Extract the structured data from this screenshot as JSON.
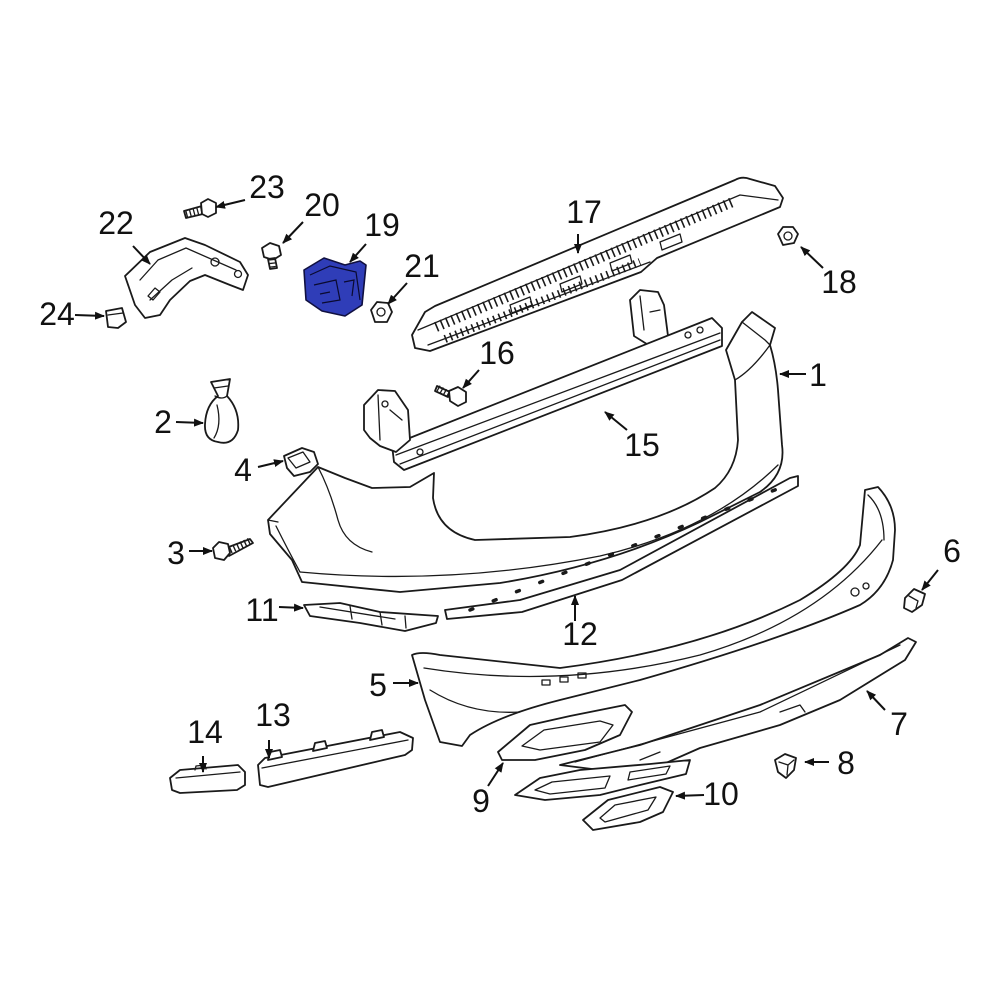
{
  "highlight_color": "#2f3db8",
  "callouts": [
    "1",
    "2",
    "3",
    "4",
    "5",
    "6",
    "7",
    "8",
    "9",
    "10",
    "11",
    "12",
    "13",
    "14",
    "15",
    "16",
    "17",
    "18",
    "19",
    "20",
    "21",
    "22",
    "23",
    "24"
  ]
}
